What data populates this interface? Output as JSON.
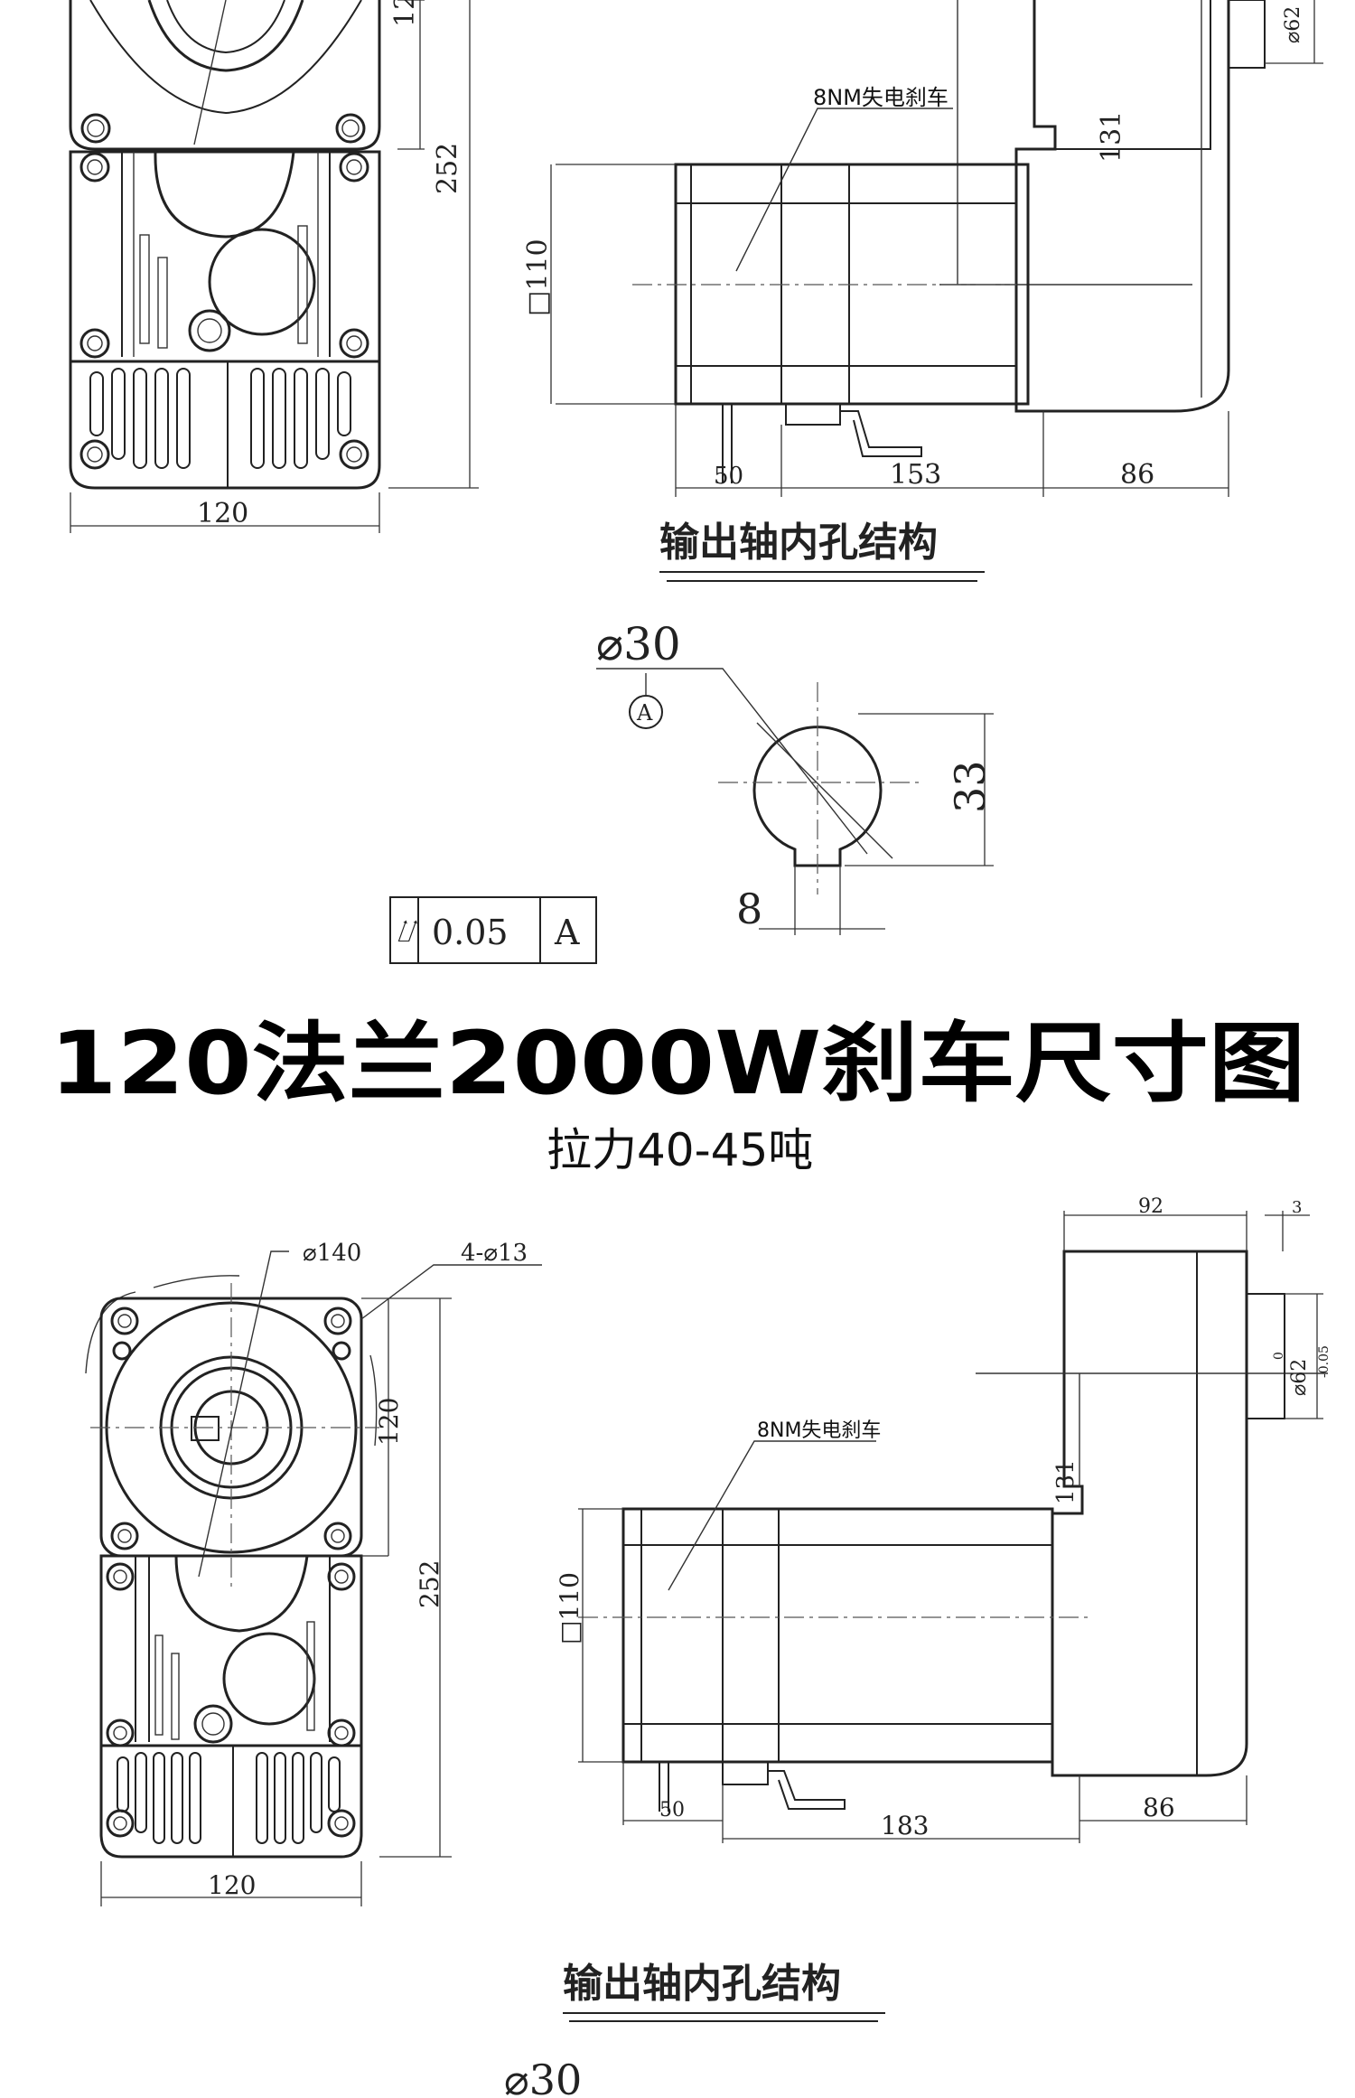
{
  "top_front_view": {
    "dim_height": "252",
    "dim_width": "120",
    "dim_partial": "12"
  },
  "top_side_view": {
    "brake_label": "8NM失电刹车",
    "dim_square": "□110",
    "dim_131": "131",
    "dim_50": "50",
    "dim_153": "153",
    "dim_86": "86",
    "dim_phi62": "⌀62"
  },
  "top_section_title": "输出轴内孔结构",
  "bore_detail": {
    "diameter": "⌀30",
    "datum": "A",
    "dim_33": "33",
    "dim_8": "8",
    "tol_symbol": "⌰",
    "tol_value": "0.05",
    "tol_datum": "A"
  },
  "heading": {
    "title": "120法兰2000W刹车尺寸图",
    "subtitle": "拉力40-45吨"
  },
  "bottom_front_view": {
    "dim_phi140": "⌀140",
    "dim_holes": "4-⌀13",
    "dim_120_v": "120",
    "dim_252": "252",
    "dim_width": "120"
  },
  "bottom_side_view": {
    "brake_label": "8NM失电刹车",
    "dim_square": "□110",
    "dim_131": "131",
    "dim_50": "50",
    "dim_183": "183",
    "dim_86": "86",
    "dim_92": "92",
    "dim_3": "3",
    "dim_phi62": "⌀62",
    "tol_upper": "0",
    "tol_lower": "-0.05"
  },
  "bottom_section_title": "输出轴内孔结构",
  "bottom_diameter": "⌀30"
}
